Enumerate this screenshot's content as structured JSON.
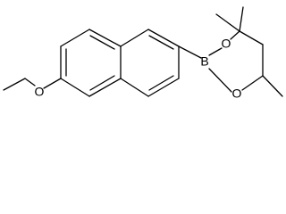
{
  "molecule": {
    "atoms": [
      {
        "symbol": "O"
      },
      {
        "symbol": "B"
      },
      {
        "symbol": "O"
      },
      {
        "symbol": "O"
      }
    ]
  }
}
